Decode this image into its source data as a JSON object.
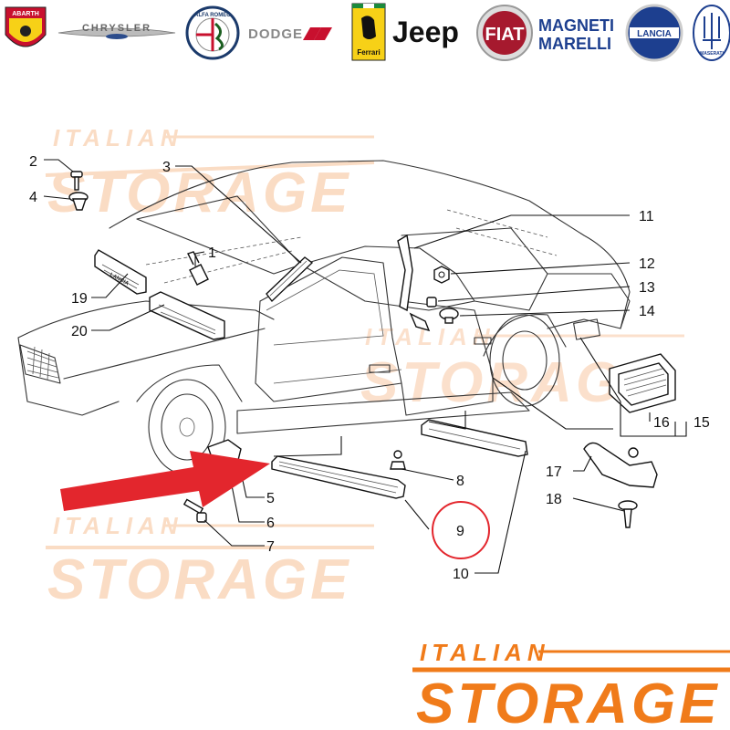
{
  "brands": [
    {
      "id": "abarth",
      "label": "ABARTH",
      "color": "#c8102e"
    },
    {
      "id": "chrysler",
      "label": "CHRYSLER",
      "color": "#555555"
    },
    {
      "id": "alfa-romeo",
      "label": "ALFA ROMEO",
      "color": "#1b5e20"
    },
    {
      "id": "dodge",
      "label": "DODGE",
      "color": "#666666"
    },
    {
      "id": "ferrari",
      "label": "Ferrari",
      "color": "#f7d117"
    },
    {
      "id": "jeep",
      "label": "Jeep",
      "color": "#111111"
    },
    {
      "id": "fiat",
      "label": "FIAT",
      "color": "#a6192e"
    },
    {
      "id": "magneti-marelli",
      "label": "MAGNETI MARELLI",
      "color": "#1d3f8f"
    },
    {
      "id": "lancia",
      "label": "LANCIA",
      "color": "#1d3f8f"
    },
    {
      "id": "maserati",
      "label": "MASERATI",
      "color": "#1d3f8f"
    }
  ],
  "watermark": {
    "line1": "ITALIAN",
    "line2": "STORAGE",
    "color": "#f39c5a",
    "footer_color": "#f07b1a"
  },
  "callouts": {
    "c1": "1",
    "c2": "2",
    "c3": "3",
    "c4": "4",
    "c5": "5",
    "c6": "6",
    "c7": "7",
    "c8": "8",
    "c9": "9",
    "c10": "10",
    "c11": "11",
    "c12": "12",
    "c13": "13",
    "c14": "14",
    "c15": "15",
    "c16": "16",
    "c17": "17",
    "c18": "18",
    "c19": "19",
    "c20": "20"
  },
  "highlight": {
    "callout": "9",
    "arrow_color": "#e3262d",
    "circle_color": "#e3262d"
  }
}
